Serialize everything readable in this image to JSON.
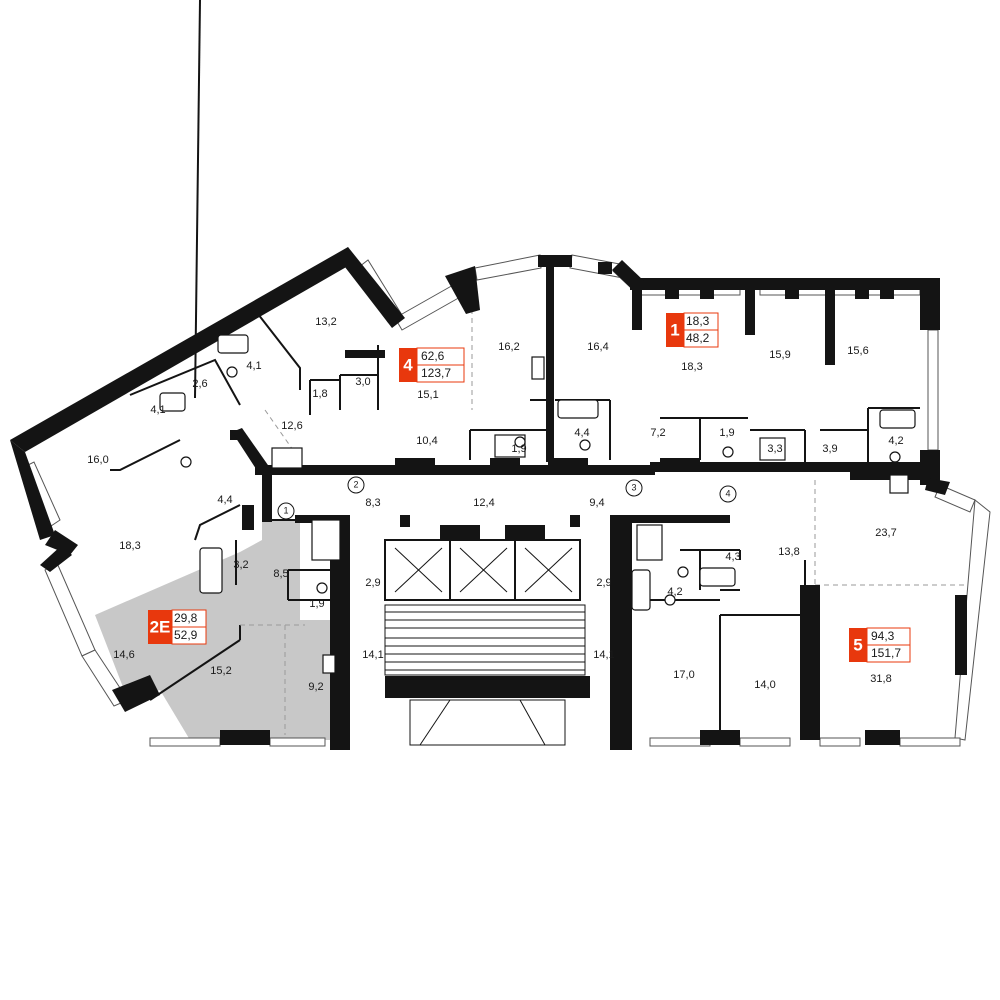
{
  "rooms": [
    {
      "label": "13,2"
    },
    {
      "label": "16,0"
    },
    {
      "label": "4,1"
    },
    {
      "label": "2,6"
    },
    {
      "label": "4,1"
    },
    {
      "label": "1,8"
    },
    {
      "label": "3,0"
    },
    {
      "label": "12,6"
    },
    {
      "label": "18,3"
    },
    {
      "label": "4,4"
    },
    {
      "label": "3,2"
    },
    {
      "label": "8,5"
    },
    {
      "label": "1,9"
    },
    {
      "label": "14,6"
    },
    {
      "label": "15,2"
    },
    {
      "label": "9,2"
    },
    {
      "label": "15,1"
    },
    {
      "label": "16,2"
    },
    {
      "label": "10,4"
    },
    {
      "label": "1,9"
    },
    {
      "label": "8,3"
    },
    {
      "label": "12,4"
    },
    {
      "label": "2,9"
    },
    {
      "label": "14,1"
    },
    {
      "label": "16,4"
    },
    {
      "label": "4,4"
    },
    {
      "label": "9,4"
    },
    {
      "label": "2,9"
    },
    {
      "label": "14,1"
    },
    {
      "label": "18,3"
    },
    {
      "label": "7,2"
    },
    {
      "label": "1,9"
    },
    {
      "label": "15,9"
    },
    {
      "label": "15,6"
    },
    {
      "label": "3,3"
    },
    {
      "label": "3,9"
    },
    {
      "label": "4,2"
    },
    {
      "label": "23,7"
    },
    {
      "label": "4,3"
    },
    {
      "label": "13,8"
    },
    {
      "label": "4,2"
    },
    {
      "label": "17,0"
    },
    {
      "label": "14,0"
    },
    {
      "label": "31,8"
    }
  ],
  "doors": [
    {
      "label": "1"
    },
    {
      "label": "2"
    },
    {
      "label": "3"
    },
    {
      "label": "4"
    }
  ],
  "apartments": [
    {
      "number": "4",
      "living": "62,6",
      "total": "123,7"
    },
    {
      "number": "1",
      "living": "18,3",
      "total": "48,2"
    },
    {
      "number": "2Е",
      "living": "29,8",
      "total": "52,9"
    },
    {
      "number": "5",
      "living": "94,3",
      "total": "151,7"
    }
  ],
  "colors": {
    "accent": "#e8380d",
    "wall": "#141414",
    "highlight": "#c8c8c8"
  }
}
